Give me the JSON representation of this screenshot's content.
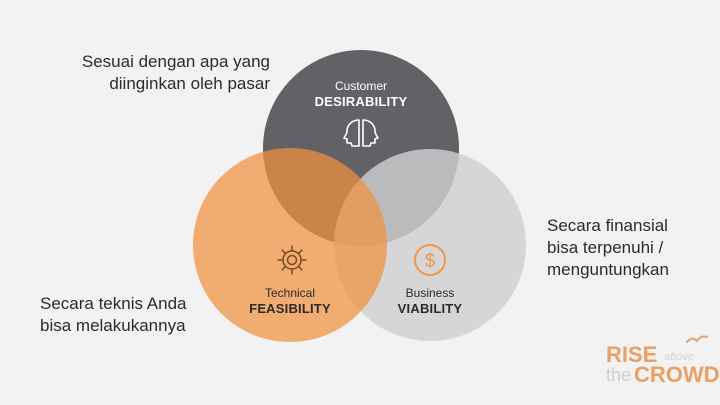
{
  "annotations": {
    "top_left_line1": "Sesuai dengan apa yang",
    "top_left_line2": "diinginkan oleh pasar",
    "right_line1": "Secara finansial",
    "right_line2": "bisa terpenuhi /",
    "right_line3": "menguntungkan",
    "bottom_left_line1": "Secara teknis Anda",
    "bottom_left_line2": "bisa melakukannya"
  },
  "circles": {
    "desirability": {
      "sub": "Customer",
      "main": "DESIRABILITY",
      "icon": "two-heads-icon",
      "color": "#555558"
    },
    "feasibility": {
      "sub": "Technical",
      "main": "FEASIBILITY",
      "icon": "gear-icon",
      "color": "#ef9649"
    },
    "viability": {
      "sub": "Business",
      "main": "VIABILITY",
      "icon": "dollar-coin-icon",
      "color": "#d3d3d6"
    }
  },
  "logo": {
    "rise": "RISE",
    "above": "above",
    "the": "the",
    "crowd": "CROWD",
    "icon": "bird-icon"
  },
  "colors": {
    "background": "#f2f2f2",
    "accent": "#ef9649",
    "dark": "#555558"
  }
}
